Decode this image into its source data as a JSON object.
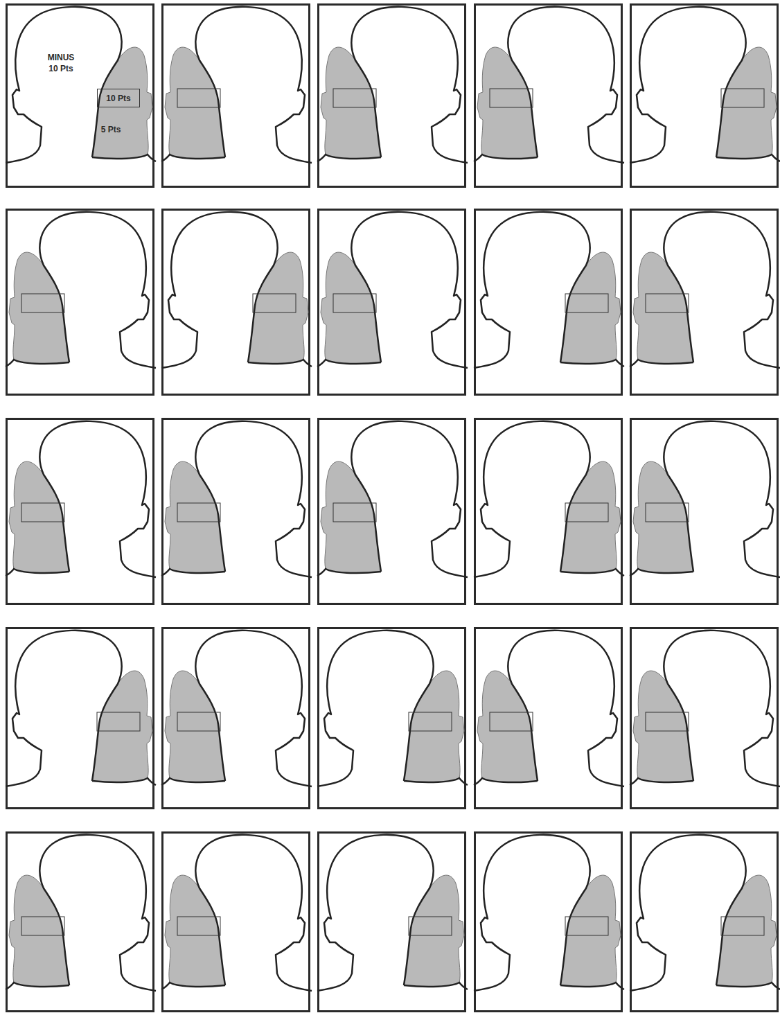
{
  "diagram": {
    "nodes": [
      {
        "text": [
          "10 Pts"
        ]
      }
    ],
    "labels": [
      "MINUS 10 Pts",
      "5 Pts"
    ]
  }
}
